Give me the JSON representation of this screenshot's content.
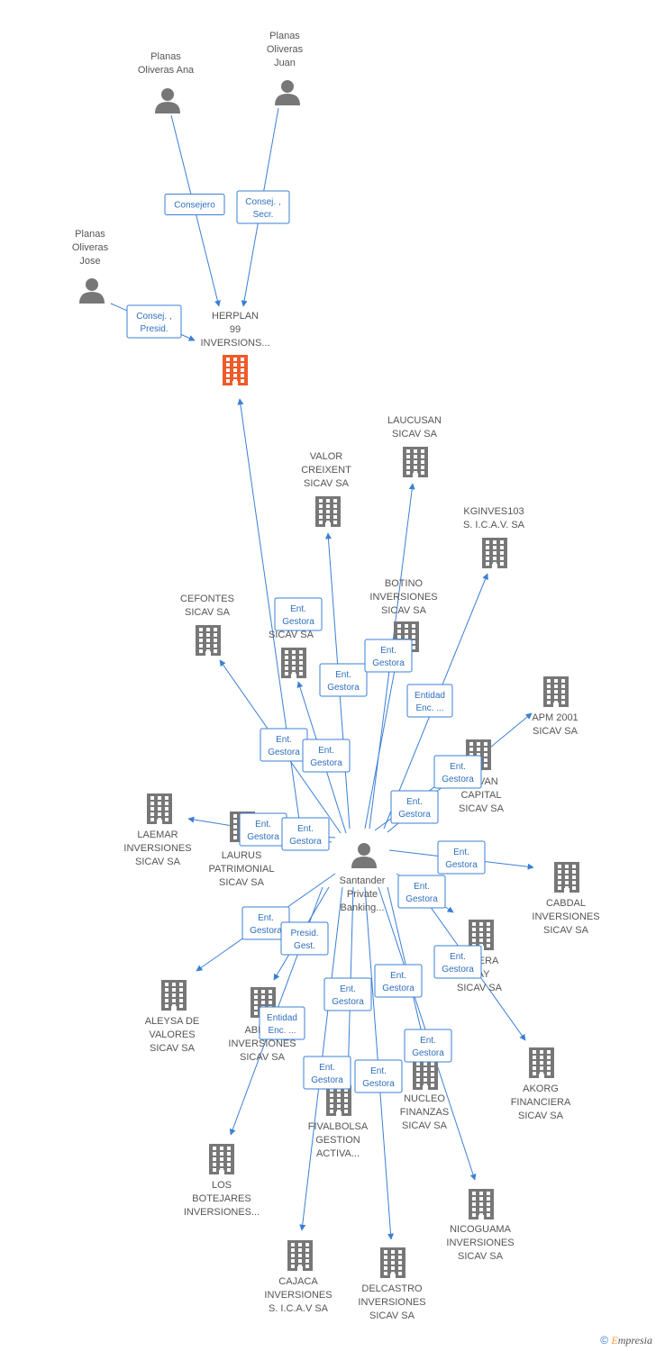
{
  "nodes": [
    {
      "id": "herplan",
      "type": "company_main",
      "lines": [
        "HERPLAN",
        "99",
        "INVERSIONS..."
      ]
    },
    {
      "id": "ana",
      "type": "person",
      "lines": [
        "Planas",
        "Oliveras Ana"
      ]
    },
    {
      "id": "juan",
      "type": "person",
      "lines": [
        "Planas",
        "Oliveras",
        "Juan"
      ]
    },
    {
      "id": "jose",
      "type": "person",
      "lines": [
        "Planas",
        "Oliveras",
        "Jose"
      ]
    },
    {
      "id": "santander",
      "type": "person",
      "lines": [
        "Santander",
        "Private",
        "Banking..."
      ]
    },
    {
      "id": "laucusan",
      "type": "company",
      "lines": [
        "LAUCUSAN",
        "SICAV SA"
      ]
    },
    {
      "id": "valor",
      "type": "company",
      "lines": [
        "VALOR",
        "CREIXENT",
        "SICAV SA"
      ]
    },
    {
      "id": "kginves",
      "type": "company",
      "lines": [
        "KGINVES103",
        "S. I.C.A.V. SA"
      ]
    },
    {
      "id": "botino",
      "type": "company",
      "lines": [
        "BOTINO",
        "INVERSIONES",
        "SICAV SA"
      ]
    },
    {
      "id": "cefontes",
      "type": "company",
      "lines": [
        "CEFONTES",
        "SICAV SA"
      ]
    },
    {
      "id": "cainv",
      "type": "company",
      "lines": [
        "CA...",
        "INV...",
        "SICAV SA"
      ]
    },
    {
      "id": "apm",
      "type": "company",
      "lines": [
        "APM 2001",
        "SICAV SA"
      ]
    },
    {
      "id": "avan",
      "type": "company",
      "lines": [
        "...AVAN",
        "CAPITAL",
        "SICAV SA"
      ]
    },
    {
      "id": "laemar",
      "type": "company",
      "lines": [
        "LAEMAR",
        "INVERSIONES",
        "SICAV SA"
      ]
    },
    {
      "id": "laurus",
      "type": "company",
      "lines": [
        "LAURUS",
        "PATRIMONIAL",
        "SICAV SA"
      ]
    },
    {
      "id": "cabdal",
      "type": "company",
      "lines": [
        "CABDAL",
        "INVERSIONES",
        "SICAV SA"
      ]
    },
    {
      "id": "financiera",
      "type": "company",
      "lines": [
        "...CIERA",
        "...AY",
        "SICAV SA"
      ]
    },
    {
      "id": "aleysa",
      "type": "company",
      "lines": [
        "ALEYSA DE",
        "VALORES",
        "SICAV SA"
      ]
    },
    {
      "id": "abenv",
      "type": "company",
      "lines": [
        "ABEN...",
        "INVERSIONES",
        "SICAV SA"
      ]
    },
    {
      "id": "akorg",
      "type": "company",
      "lines": [
        "AKORG",
        "FINANCIERA",
        "SICAV SA"
      ]
    },
    {
      "id": "nucleo",
      "type": "company",
      "lines": [
        "NUCLEO",
        "FINANZAS",
        "SICAV SA"
      ]
    },
    {
      "id": "fivalbolsa",
      "type": "company",
      "lines": [
        "FIVALBOLSA",
        "GESTION",
        "ACTIVA..."
      ]
    },
    {
      "id": "botejares",
      "type": "company",
      "lines": [
        "LOS",
        "BOTEJARES",
        "INVERSIONES..."
      ]
    },
    {
      "id": "nicoguama",
      "type": "company",
      "lines": [
        "NICOGUAMA",
        "INVERSIONES",
        "SICAV SA"
      ]
    },
    {
      "id": "cajaca",
      "type": "company",
      "lines": [
        "CAJACA",
        "INVERSIONES",
        "S. I.C.A.V SA"
      ]
    },
    {
      "id": "delcastro",
      "type": "company",
      "lines": [
        "DELCASTRO",
        "INVERSIONES",
        "SICAV SA"
      ]
    }
  ],
  "edges": [
    {
      "from": "ana",
      "to": "herplan",
      "lines": [
        "Consejero"
      ]
    },
    {
      "from": "juan",
      "to": "herplan",
      "lines": [
        "Consej. ,",
        "Secr."
      ]
    },
    {
      "from": "jose",
      "to": "herplan",
      "lines": [
        "Consej. ,",
        "Presid."
      ]
    },
    {
      "from": "santander",
      "to": "herplan",
      "lines": [
        "Ent.",
        "Gestora"
      ]
    },
    {
      "from": "santander",
      "to": "laucusan",
      "lines": [
        "Ent.",
        "Gestora"
      ]
    },
    {
      "from": "santander",
      "to": "valor",
      "lines": [
        "Ent.",
        "Gestora"
      ]
    },
    {
      "from": "santander",
      "to": "kginves",
      "lines": [
        "Entidad",
        "Enc. ..."
      ]
    },
    {
      "from": "santander",
      "to": "botino",
      "lines": [
        "Ent.",
        "Gestora"
      ]
    },
    {
      "from": "santander",
      "to": "cefontes",
      "lines": [
        "Ent.",
        "Gestora"
      ]
    },
    {
      "from": "santander",
      "to": "cainv",
      "lines": [
        "Ent.",
        "Gestora"
      ]
    },
    {
      "from": "santander",
      "to": "apm",
      "lines": [
        "Ent.",
        "Gestora"
      ]
    },
    {
      "from": "santander",
      "to": "avan",
      "lines": [
        "Ent.",
        "Gestora"
      ]
    },
    {
      "from": "santander",
      "to": "laemar",
      "lines": [
        "Ent.",
        "Gestora"
      ]
    },
    {
      "from": "santander",
      "to": "laurus",
      "lines": [
        "Ent.",
        "Gestora"
      ]
    },
    {
      "from": "santander",
      "to": "cabdal",
      "lines": [
        "Ent.",
        "Gestora"
      ]
    },
    {
      "from": "santander",
      "to": "financiera",
      "lines": [
        "Ent.",
        "Gestora"
      ]
    },
    {
      "from": "santander",
      "to": "aleysa",
      "lines": [
        "Ent.",
        "Gestora"
      ]
    },
    {
      "from": "santander",
      "to": "abenv",
      "lines": [
        "Presid.",
        "Gest."
      ]
    },
    {
      "from": "santander",
      "to": "akorg",
      "lines": [
        "Ent.",
        "Gestora"
      ]
    },
    {
      "from": "santander",
      "to": "nucleo",
      "lines": [
        "Ent.",
        "Gestora"
      ]
    },
    {
      "from": "santander",
      "to": "fivalbolsa",
      "lines": [
        "Ent.",
        "Gestora"
      ]
    },
    {
      "from": "santander",
      "to": "botejares",
      "lines": [
        "Entidad",
        "Enc. ..."
      ]
    },
    {
      "from": "santander",
      "to": "nicoguama",
      "lines": [
        "Ent.",
        "Gestora"
      ]
    },
    {
      "from": "santander",
      "to": "cajaca",
      "lines": [
        "Ent.",
        "Gestora"
      ]
    },
    {
      "from": "santander",
      "to": "delcastro",
      "lines": [
        "Ent.",
        "Gestora"
      ]
    }
  ],
  "colors": {
    "edge": "#3a7fd5",
    "main_company": "#f05a28",
    "company": "#777777",
    "person": "#777777",
    "label": "#555555"
  },
  "footer": {
    "copyright": "©",
    "brand_first": "E",
    "brand_rest": "mpresia"
  }
}
